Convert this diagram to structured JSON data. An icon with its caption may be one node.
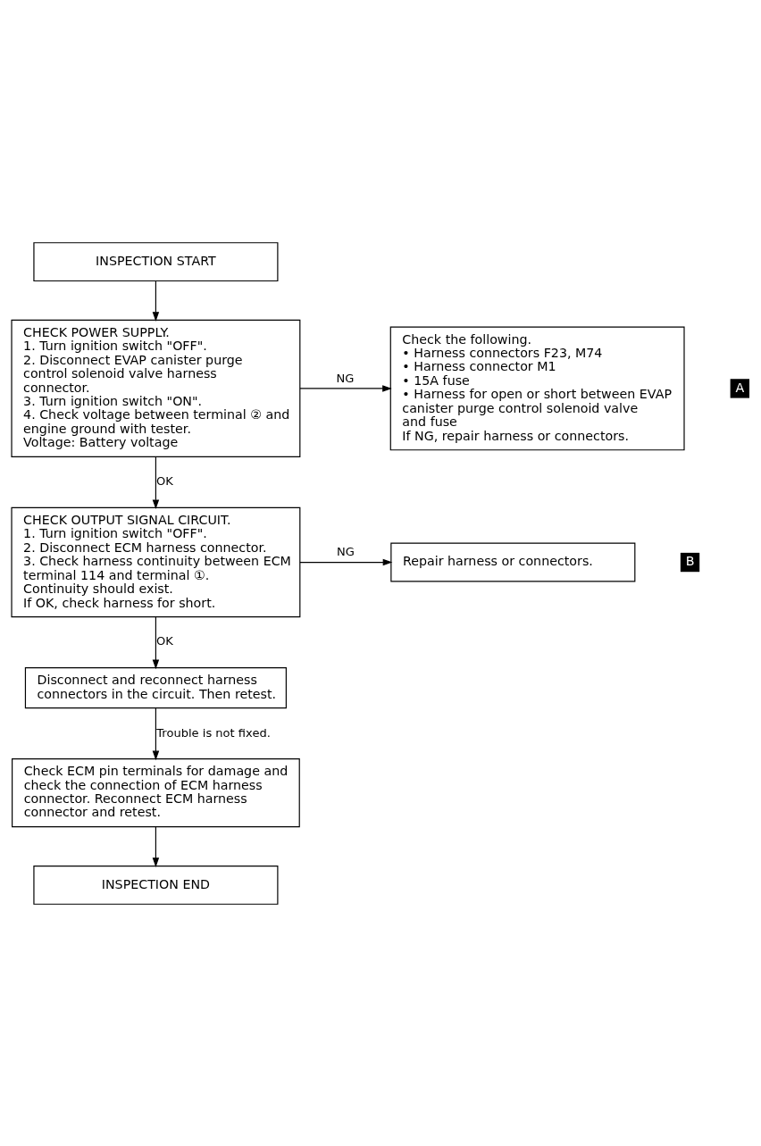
{
  "diagram": {
    "nodes": [
      {
        "text": [
          "INSPECTION START"
        ]
      },
      {
        "text": [
          "CHECK POWER SUPPLY.",
          "1. Turn ignition switch \"OFF\".",
          "2. Disconnect EVAP canister purge control solenoid valve harness connector.",
          "3. Turn ignition switch \"ON\".",
          "4. Check voltage between terminal ② and engine ground with tester.",
          "Voltage: Battery voltage"
        ]
      },
      {
        "text": [
          "Check the following.",
          "• Harness connectors F23, M74",
          "• Harness connector M1",
          "• 15A fuse",
          "• Harness for open or short between EVAP canister purge control solenoid valve and fuse",
          "If NG, repair harness or connectors."
        ]
      },
      {
        "text": [
          "CHECK OUTPUT SIGNAL CIRCUIT.",
          "1. Turn ignition switch \"OFF\".",
          "2. Disconnect ECM harness connector.",
          "3. Check harness continuity between ECM terminal 114 and terminal ①.",
          "Continuity should exist.",
          "If OK, check harness for short."
        ]
      },
      {
        "text": [
          "Repair harness or connectors."
        ]
      },
      {
        "text": [
          "Disconnect and reconnect harness connectors in the circuit. Then retest."
        ]
      },
      {
        "text": [
          "Check ECM pin terminals for damage and check the connection of ECM harness connector. Reconnect ECM harness connector and retest."
        ]
      },
      {
        "text": [
          "INSPECTION END"
        ]
      }
    ],
    "edges": [
      {
        "from": 0,
        "to": 1,
        "arrow": "to"
      },
      {
        "from": 1,
        "to": 2,
        "arrow": "to",
        "label": "NG"
      },
      {
        "from": 1,
        "to": 3,
        "arrow": "to",
        "label": "OK"
      },
      {
        "from": 3,
        "to": 4,
        "arrow": "to",
        "label": "NG"
      },
      {
        "from": 3,
        "to": 5,
        "arrow": "to",
        "label": "OK"
      },
      {
        "from": 5,
        "to": 6,
        "arrow": "to",
        "label": "Trouble is not fixed."
      },
      {
        "from": 6,
        "to": 7,
        "arrow": "to"
      }
    ],
    "labels": [
      "A",
      "B"
    ]
  }
}
